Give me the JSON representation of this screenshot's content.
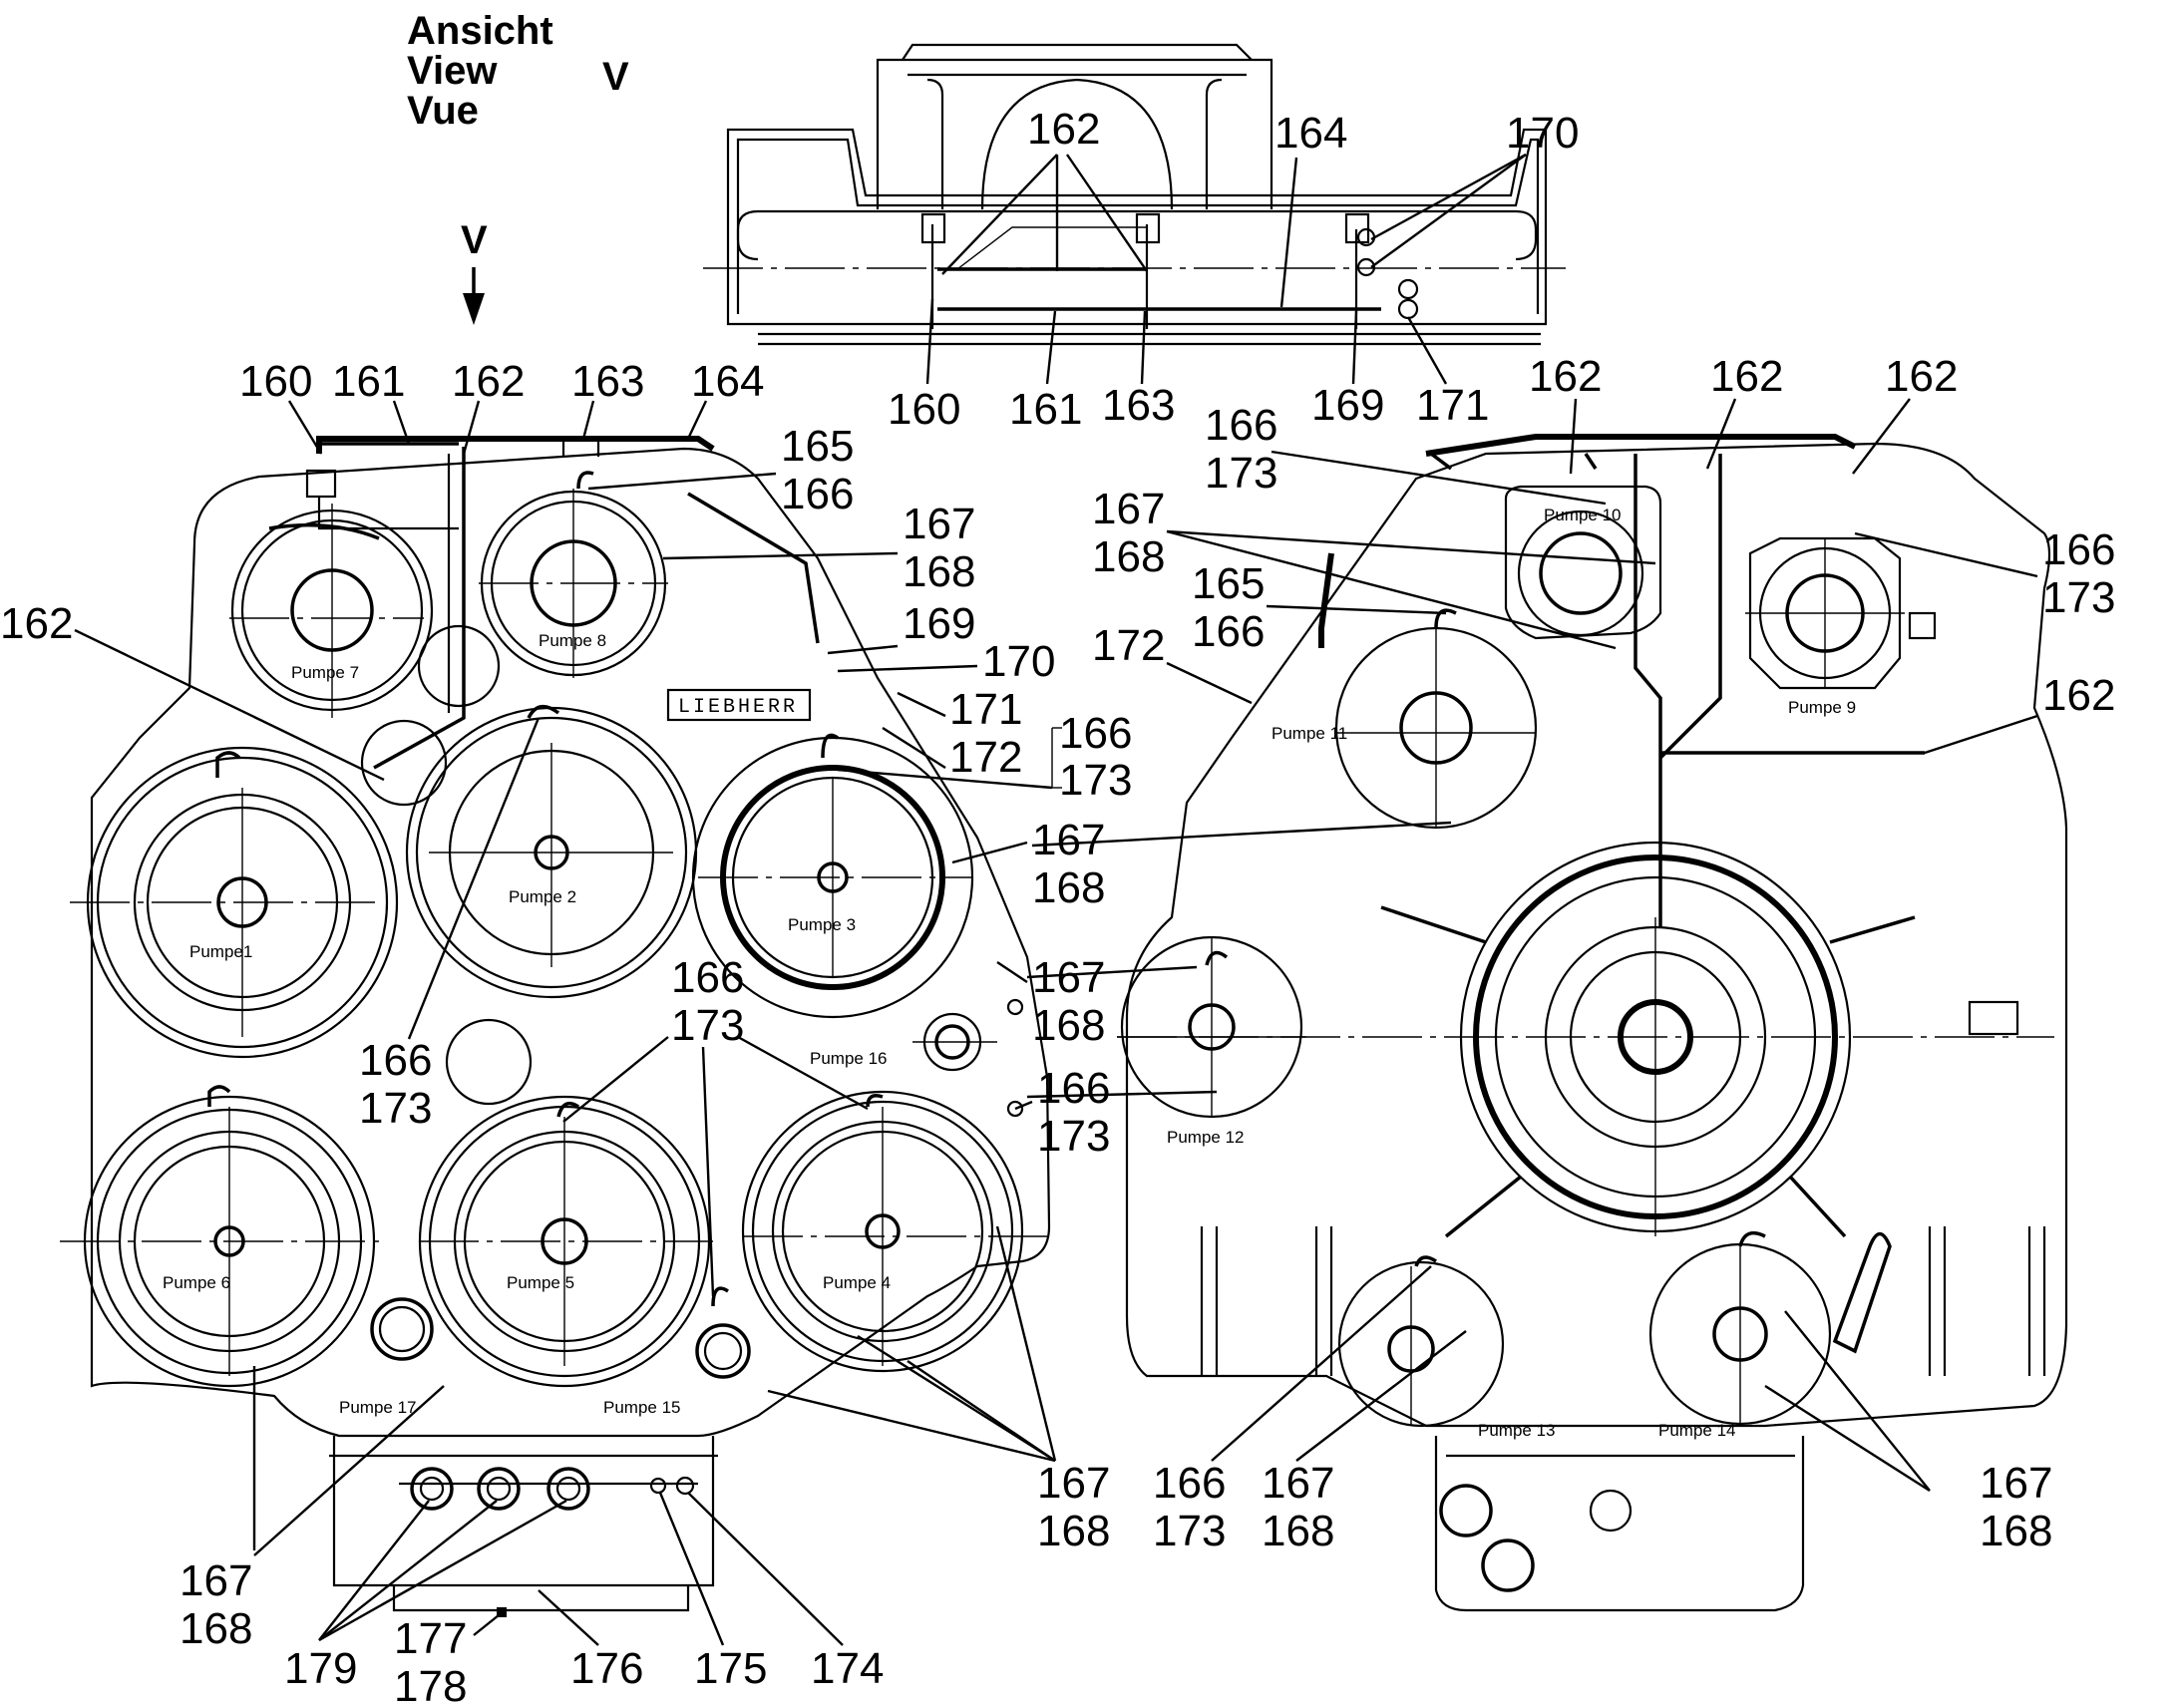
{
  "view_heading": [
    "Ansicht",
    "View",
    "Vue"
  ],
  "view_letter": "V",
  "view_arrow_label": "V",
  "brand_plate": "LIEBHERR",
  "pumps": [
    "Pumpe1",
    "Pumpe 2",
    "Pumpe 3",
    "Pumpe 4",
    "Pumpe 5",
    "Pumpe 6",
    "Pumpe 7",
    "Pumpe 8",
    "Pumpe 9",
    "Pumpe 10",
    "Pumpe 11",
    "Pumpe 12",
    "Pumpe 13",
    "Pumpe 14",
    "Pumpe 15",
    "Pumpe 16",
    "Pumpe 17"
  ],
  "callouts": {
    "top": [
      "162",
      "164",
      "170",
      "160",
      "161",
      "163",
      "169",
      "171"
    ],
    "left_header": [
      "160",
      "161",
      "162",
      "163",
      "164"
    ],
    "left": [
      "165",
      "166",
      "167",
      "168",
      "169",
      "170",
      "171",
      "172",
      "162",
      "166",
      "173",
      "167",
      "168",
      "166",
      "173",
      "166",
      "173",
      "167",
      "168",
      "166",
      "173",
      "167",
      "168",
      "167",
      "168",
      "177",
      "178",
      "176",
      "175",
      "174",
      "179"
    ],
    "right": [
      "162",
      "162",
      "162",
      "166",
      "173",
      "167",
      "168",
      "165",
      "166",
      "172",
      "166",
      "173",
      "162",
      "166",
      "173",
      "167",
      "168",
      "167",
      "168"
    ]
  }
}
